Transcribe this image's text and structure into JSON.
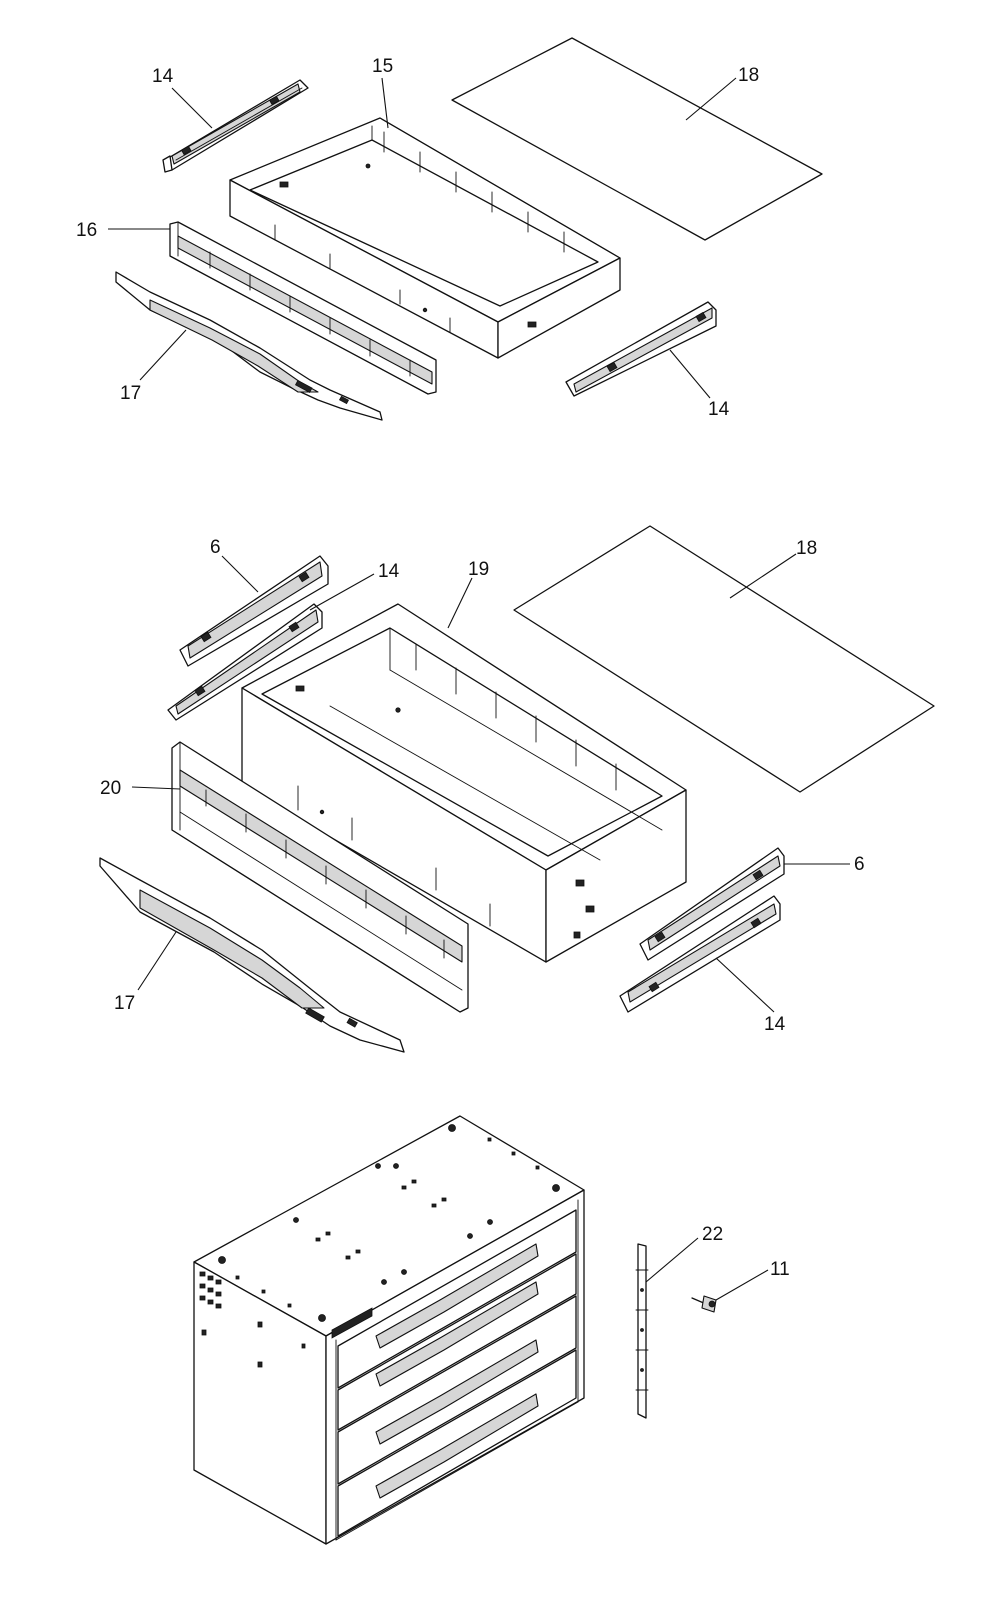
{
  "callouts": {
    "top": {
      "c14a": "14",
      "c15": "15",
      "c18": "18",
      "c16": "16",
      "c17": "17",
      "c14b": "14"
    },
    "middle": {
      "c6a": "6",
      "c14a": "14",
      "c19": "19",
      "c18": "18",
      "c20": "20",
      "c6b": "6",
      "c17": "17",
      "c14b": "14"
    },
    "bottom": {
      "c22": "22",
      "c11": "11"
    }
  }
}
